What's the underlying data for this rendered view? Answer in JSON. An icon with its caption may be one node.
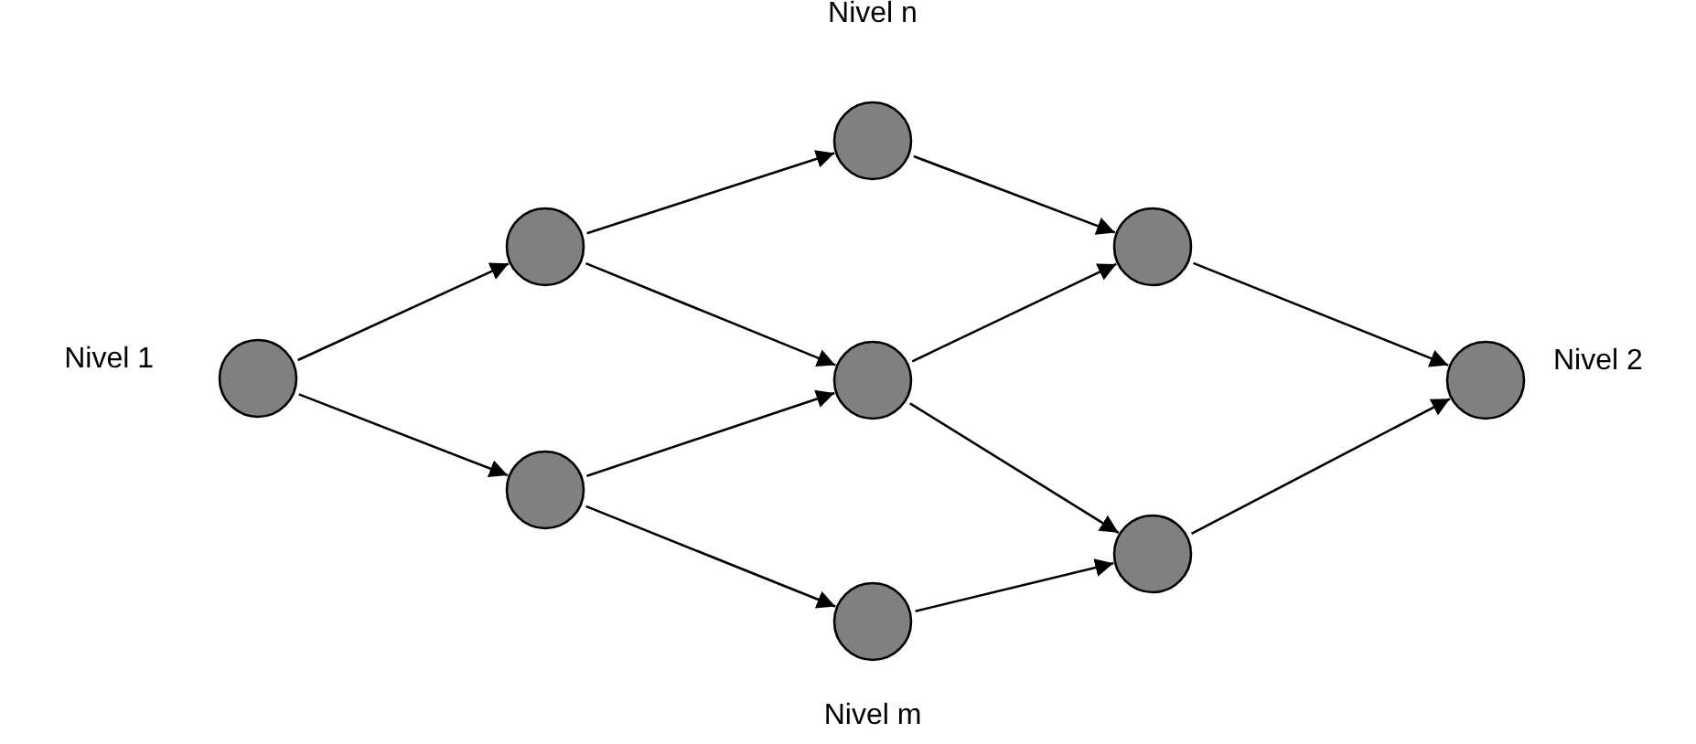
{
  "diagram": {
    "nodes": [
      {
        "text": [],
        "shape": "circle",
        "beside": [
          "Nivel 1"
        ]
      },
      {
        "text": [],
        "shape": "circle"
      },
      {
        "text": [],
        "shape": "circle"
      },
      {
        "text": [],
        "shape": "circle",
        "beside": [
          "Nivel n"
        ]
      },
      {
        "text": [],
        "shape": "circle"
      },
      {
        "text": [],
        "shape": "circle",
        "beside": [
          "Nivel m"
        ]
      },
      {
        "text": [],
        "shape": "circle"
      },
      {
        "text": [],
        "shape": "circle"
      },
      {
        "text": [],
        "shape": "circle",
        "beside": [
          "Nivel 2"
        ]
      }
    ],
    "edges": [
      {
        "from": 0,
        "to": 1,
        "arrow": "to"
      },
      {
        "from": 0,
        "to": 2,
        "arrow": "to"
      },
      {
        "from": 1,
        "to": 3,
        "arrow": "to"
      },
      {
        "from": 1,
        "to": 4,
        "arrow": "to"
      },
      {
        "from": 2,
        "to": 4,
        "arrow": "to"
      },
      {
        "from": 2,
        "to": 5,
        "arrow": "to"
      },
      {
        "from": 3,
        "to": 6,
        "arrow": "to"
      },
      {
        "from": 4,
        "to": 6,
        "arrow": "to"
      },
      {
        "from": 4,
        "to": 7,
        "arrow": "to"
      },
      {
        "from": 5,
        "to": 7,
        "arrow": "to"
      },
      {
        "from": 6,
        "to": 8,
        "arrow": "to"
      },
      {
        "from": 7,
        "to": 8,
        "arrow": "to"
      }
    ]
  }
}
